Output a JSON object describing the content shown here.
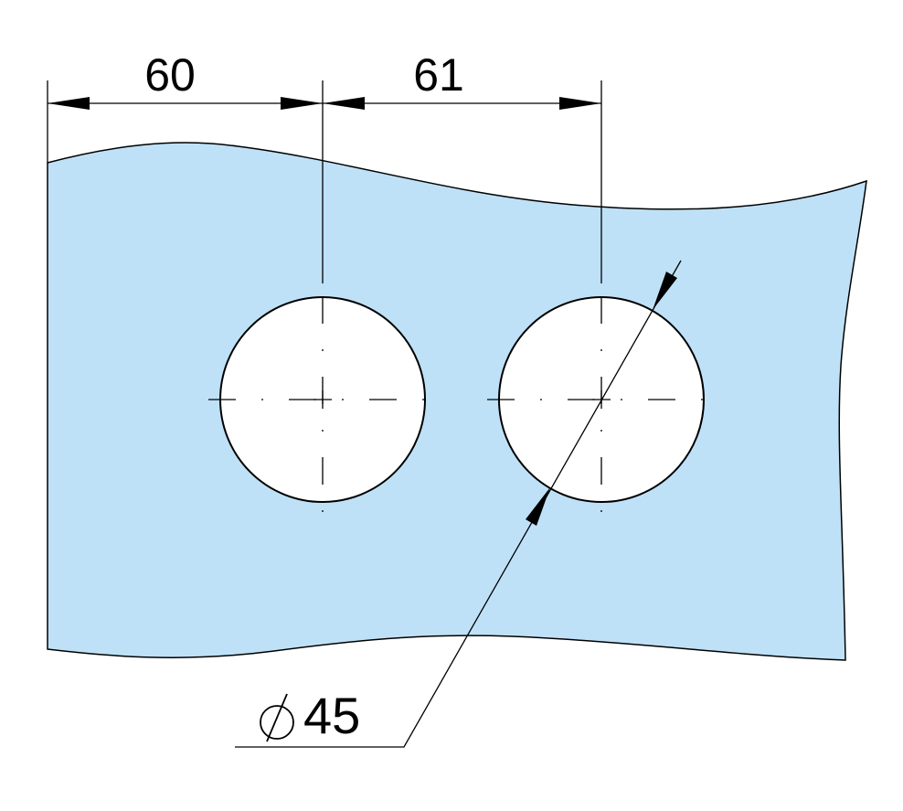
{
  "drawing": {
    "plate_color": "#bfe1f7",
    "hole_color": "#ffffff",
    "line_color": "#000000",
    "dimensions": {
      "spacing_left": "60",
      "spacing_right": "61",
      "hole_diameter": "45"
    }
  }
}
